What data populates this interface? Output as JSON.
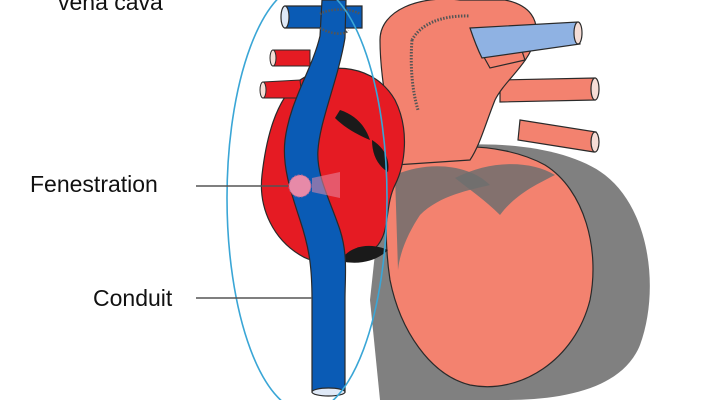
{
  "labels": {
    "vena_cava": "vena cava",
    "fenestration": "Fenestration",
    "conduit": "Conduit"
  },
  "colors": {
    "conduit_blue": "#0a5bb5",
    "pulmonary_blue": "#8fb2e3",
    "right_atrium_red": "#e51b23",
    "heart_salmon": "#f3826f",
    "heart_shadow": "#808080",
    "outline_cyan": "#3aa6d6",
    "fenestration_pink": "#e78aa8",
    "leader_line": "#555555"
  }
}
